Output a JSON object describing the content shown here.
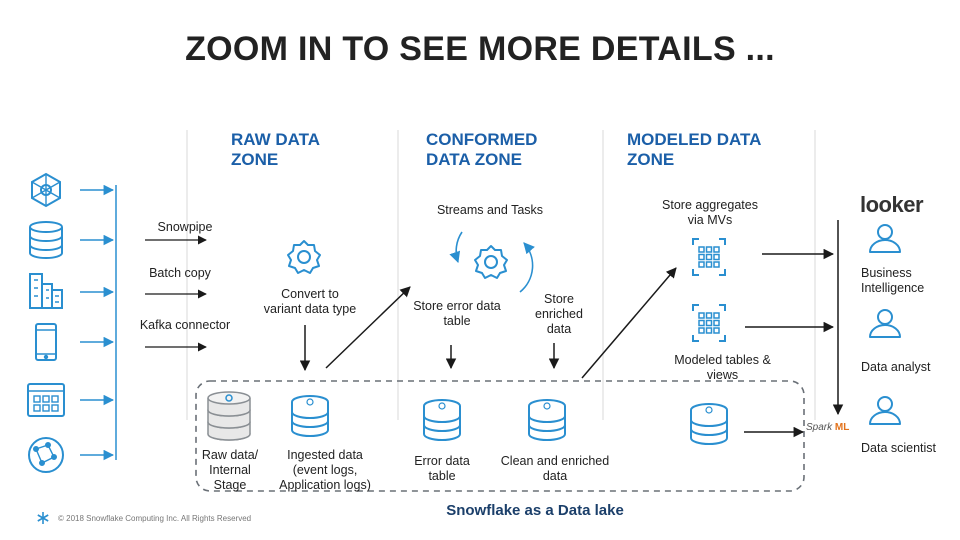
{
  "title": "ZOOM IN TO SEE MORE DETAILS ...",
  "zones": {
    "raw": {
      "line1": "RAW DATA",
      "line2": "ZONE"
    },
    "conformed": {
      "line1": "CONFORMED",
      "line2": "DATA ZONE"
    },
    "modeled": {
      "line1": "MODELED DATA",
      "line2": "ZONE"
    }
  },
  "ingest": [
    "Snowpipe",
    "Batch copy",
    "Kafka connector"
  ],
  "labels": {
    "convert": [
      "Convert to",
      "variant data type"
    ],
    "streams": "Streams and Tasks",
    "store_error": [
      "Store error data",
      "table"
    ],
    "store_enriched": [
      "Store",
      "enriched",
      "data"
    ],
    "store_aggregates": [
      "Store aggregates",
      "via MVs"
    ],
    "modeled_tables": [
      "Modeled tables &",
      "views"
    ],
    "raw_data": [
      "Raw data/",
      "Internal",
      "Stage"
    ],
    "ingested": [
      "Ingested data",
      "(event logs,",
      "Application logs)"
    ],
    "error_table": [
      "Error data",
      "table"
    ],
    "clean": [
      "Clean and enriched",
      "data"
    ]
  },
  "consumers": {
    "bi": [
      "Business",
      "Intelligence"
    ],
    "analyst": "Data analyst",
    "scientist": "Data scientist"
  },
  "logos": {
    "looker": "looker",
    "spark_text": "Spark",
    "spark_ml": "ML"
  },
  "lake_caption": "Snowflake as a Data lake",
  "footer": "© 2018 Snowflake Computing Inc. All Rights Reserved",
  "colors": {
    "accent": "#1b5fa8",
    "icon": "#2a8fd0",
    "text": "#222222",
    "divider": "#d9d9d9"
  },
  "sources": [
    "network-icon",
    "database-icon",
    "buildings-icon",
    "mobile-icon",
    "app-window-icon",
    "globe-icon"
  ]
}
